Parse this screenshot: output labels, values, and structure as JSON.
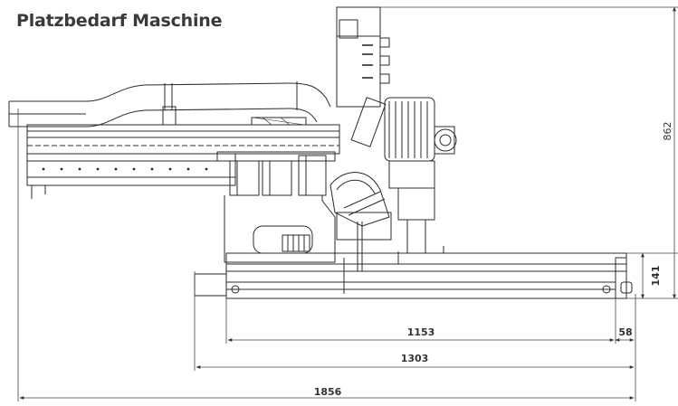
{
  "title": "Platzbedarf Maschine",
  "dimensions": {
    "total_height": "862",
    "rail_height": "141",
    "inner_width": "1153",
    "end_offset": "58",
    "rail_width": "1303",
    "total_width": "1856"
  },
  "colors": {
    "line": "#2b2b2b",
    "dim_line": "#444444",
    "text": "#3a3a3a"
  }
}
